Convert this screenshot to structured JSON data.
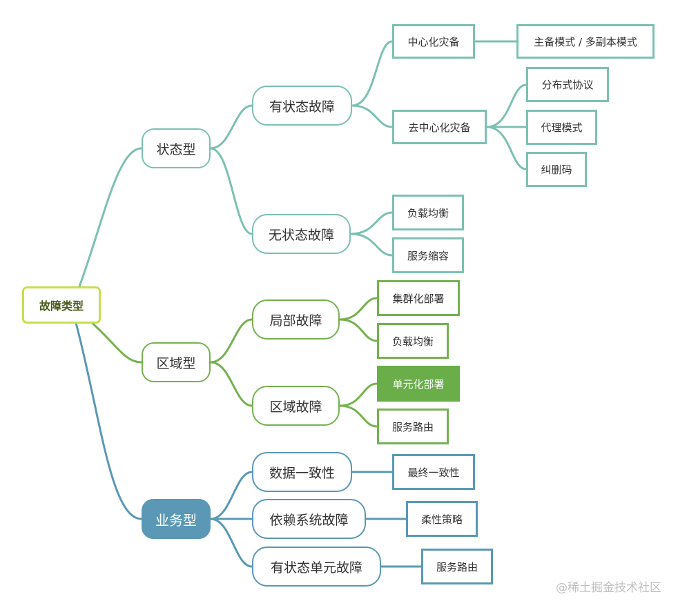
{
  "root": "故障类型",
  "branches": [
    {
      "label": "状态型",
      "children": [
        {
          "label": "有状态故障",
          "leaves": [
            {
              "label": "中心化灾备",
              "leaves": [
                {
                  "label": "主备模式 / 多副本模式"
                }
              ]
            },
            {
              "label": "去中心化灾备",
              "leaves": [
                {
                  "label": "分布式协议"
                },
                {
                  "label": "代理模式"
                },
                {
                  "label": "纠删码"
                }
              ]
            }
          ]
        },
        {
          "label": "无状态故障",
          "leaves": [
            {
              "label": "负载均衡"
            },
            {
              "label": "服务缩容"
            }
          ]
        }
      ]
    },
    {
      "label": "区域型",
      "children": [
        {
          "label": "局部故障",
          "leaves": [
            {
              "label": "集群化部署"
            },
            {
              "label": "负载均衡"
            }
          ]
        },
        {
          "label": "区域故障",
          "leaves": [
            {
              "label": "单元化部署"
            },
            {
              "label": "服务路由"
            }
          ]
        }
      ]
    },
    {
      "label": "业务型",
      "children": [
        {
          "label": "数据一致性",
          "leaves": [
            {
              "label": "最终一致性"
            }
          ]
        },
        {
          "label": "依赖系统故障",
          "leaves": [
            {
              "label": "柔性策略"
            }
          ]
        },
        {
          "label": "有状态单元故障",
          "leaves": [
            {
              "label": "服务路由"
            }
          ]
        }
      ]
    }
  ],
  "watermark": "@稀土掘金技术社区",
  "colors": {
    "root": "#c5df4a",
    "state": "#7cc0b3",
    "region": "#75b150",
    "business": "#5a98b5"
  }
}
